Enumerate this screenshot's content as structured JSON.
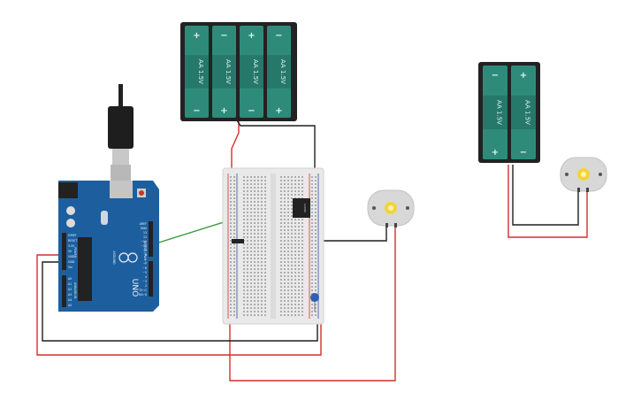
{
  "battery_packs": [
    {
      "cells": [
        {
          "label": "AA 1.5V",
          "top": "+",
          "bottom": "−"
        },
        {
          "label": "AA 1.5V",
          "top": "−",
          "bottom": "+"
        },
        {
          "label": "AA 1.5V",
          "top": "+",
          "bottom": "−"
        },
        {
          "label": "AA 1.5V",
          "top": "−",
          "bottom": "+"
        }
      ]
    },
    {
      "cells": [
        {
          "label": "AA 1.5V",
          "top": "−",
          "bottom": "+"
        },
        {
          "label": "AA 1.5V",
          "top": "+",
          "bottom": "−"
        }
      ]
    }
  ],
  "arduino": {
    "model": "UNO",
    "brand": "ARDUINO",
    "left_pins": [
      "IOREF",
      "RESET",
      "3.3V",
      "5V",
      "GND",
      "GND",
      "Vin"
    ],
    "analog_pins": [
      "A0",
      "A1",
      "A2",
      "A3",
      "A4",
      "A5"
    ],
    "right_header": [
      "AREF",
      "GND",
      "13",
      "12",
      "~11",
      "~10",
      "~9",
      "8"
    ],
    "right_header2": [
      "7",
      "~6",
      "~5",
      "4",
      "~3",
      "2",
      "TX→1",
      "RX←0"
    ],
    "digital_label": "DIGITAL (PWM~)",
    "power_label": "POWER",
    "analog_label": "ANALOG IN"
  },
  "driver_chip": {
    "label": "L293D"
  },
  "colors": {
    "battery_body": "#2e8b7a",
    "battery_case": "#222222",
    "arduino_board": "#1d5f9e",
    "breadboard": "#e9e9e9",
    "wire_red": "#d62d2d",
    "wire_black": "#1e1e1e",
    "wire_green": "#3a9a3a",
    "motor_body": "#d8d8d8",
    "motor_shaft": "#f2d43a",
    "capacitor": "#2f5fb0"
  }
}
